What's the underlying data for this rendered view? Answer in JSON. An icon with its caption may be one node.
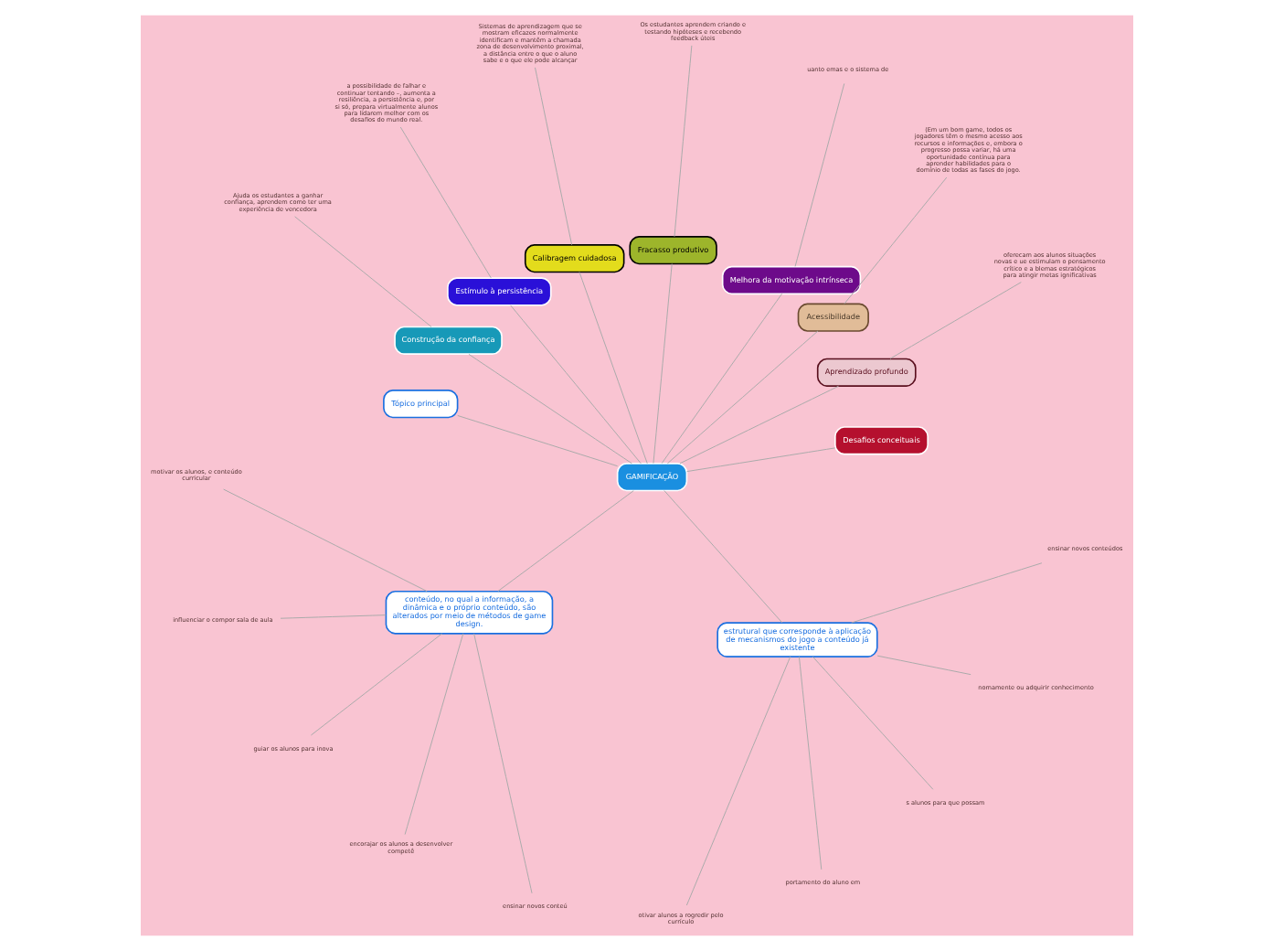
{
  "diagram": {
    "nodes": [
      {
        "text": [
          "GAMIFICAÇÃO"
        ]
      },
      {
        "text": [
          "Desafios conceituais"
        ]
      },
      {
        "text": [
          "Aprendizado profundo"
        ]
      },
      {
        "text": [
          "oferecam aos alunos situações novas e ue estimulam o pensamento crítico e a blemas estratégicos para atingir metas ignificativas"
        ]
      },
      {
        "text": [
          "Acessibilidade"
        ]
      },
      {
        "text": [
          "(Em um bom game, todos os jogadores têm o mesmo acesso aos recursos e informações e, embora o progresso possa variar, há uma oportunidade contínua para aprender habilidades para o domínio de todas as fases do jogo."
        ]
      },
      {
        "text": [
          "Melhora da motivação intrínseca"
        ]
      },
      {
        "text": [
          "uanto emas e o sistema de"
        ]
      },
      {
        "text": [
          "Fracasso produtivo"
        ]
      },
      {
        "text": [
          "Os estudantes aprendem criando e testando hipóteses e recebendo feedback úteis"
        ]
      },
      {
        "text": [
          "Calibragem cuidadosa"
        ]
      },
      {
        "text": [
          "Sistemas de aprendizagem que se mostram eficazes normalmente identificam e mantêm a chamada zona de desenvolvimento proximal, a distância entre o que o aluno sabe e o que ele pode alcançar"
        ]
      },
      {
        "text": [
          "Estímulo à persistência"
        ]
      },
      {
        "text": [
          "a possibilidade de falhar e continuar tentando –, aumenta a resiliência, a persistência e, por si só, prepara virtualmente alunos para lidarem melhor com os desafios do mundo real."
        ]
      },
      {
        "text": [
          "Construção da confiança"
        ]
      },
      {
        "text": [
          "Ajuda os estudantes a ganhar confiança, aprendem como ter uma experiência de vencedora"
        ]
      },
      {
        "text": [
          "Tópico principal"
        ]
      },
      {
        "text": [
          "conteúdo, no qual a informação, a dinâmica e o próprio conteúdo, são alterados por meio de métodos de game design."
        ]
      },
      {
        "text": [
          "motivar os alunos, e conteúdo curricular"
        ]
      },
      {
        "text": [
          "influenciar o compor sala de aula"
        ]
      },
      {
        "text": [
          "guiar os alunos para inova"
        ]
      },
      {
        "text": [
          "encorajar os alunos a desenvolver competê"
        ]
      },
      {
        "text": [
          "ensinar novos conteú"
        ]
      },
      {
        "text": [
          "estrutural que corresponde à aplicação de mecanismos do jogo a conteúdo já existente"
        ]
      },
      {
        "text": [
          "otivar alunos a rogredir pelo currículo"
        ]
      },
      {
        "text": [
          "portamento do aluno em"
        ]
      },
      {
        "text": [
          "s alunos para que possam"
        ]
      },
      {
        "text": [
          "nomamente ou adquirir conhecimento"
        ]
      },
      {
        "text": [
          "ensinar novos conteúdos"
        ]
      }
    ],
    "edges": [
      {
        "from": 0,
        "to": 1,
        "arrow": "none"
      },
      {
        "from": 0,
        "to": 2,
        "arrow": "none"
      },
      {
        "from": 2,
        "to": 3,
        "arrow": "none"
      },
      {
        "from": 0,
        "to": 4,
        "arrow": "none"
      },
      {
        "from": 4,
        "to": 5,
        "arrow": "none"
      },
      {
        "from": 0,
        "to": 6,
        "arrow": "none"
      },
      {
        "from": 6,
        "to": 7,
        "arrow": "none"
      },
      {
        "from": 0,
        "to": 8,
        "arrow": "none"
      },
      {
        "from": 8,
        "to": 9,
        "arrow": "none"
      },
      {
        "from": 0,
        "to": 10,
        "arrow": "none"
      },
      {
        "from": 10,
        "to": 11,
        "arrow": "none"
      },
      {
        "from": 0,
        "to": 12,
        "arrow": "none"
      },
      {
        "from": 12,
        "to": 13,
        "arrow": "none"
      },
      {
        "from": 0,
        "to": 14,
        "arrow": "none"
      },
      {
        "from": 14,
        "to": 15,
        "arrow": "none"
      },
      {
        "from": 0,
        "to": 16,
        "arrow": "none"
      },
      {
        "from": 0,
        "to": 17,
        "arrow": "none"
      },
      {
        "from": 17,
        "to": 18,
        "arrow": "none"
      },
      {
        "from": 17,
        "to": 19,
        "arrow": "none"
      },
      {
        "from": 17,
        "to": 20,
        "arrow": "none"
      },
      {
        "from": 17,
        "to": 21,
        "arrow": "none"
      },
      {
        "from": 17,
        "to": 22,
        "arrow": "none"
      },
      {
        "from": 0,
        "to": 23,
        "arrow": "none"
      },
      {
        "from": 23,
        "to": 24,
        "arrow": "none"
      },
      {
        "from": 23,
        "to": 25,
        "arrow": "none"
      },
      {
        "from": 23,
        "to": 26,
        "arrow": "none"
      },
      {
        "from": 23,
        "to": 27,
        "arrow": "none"
      },
      {
        "from": 23,
        "to": 28,
        "arrow": "none"
      }
    ]
  }
}
